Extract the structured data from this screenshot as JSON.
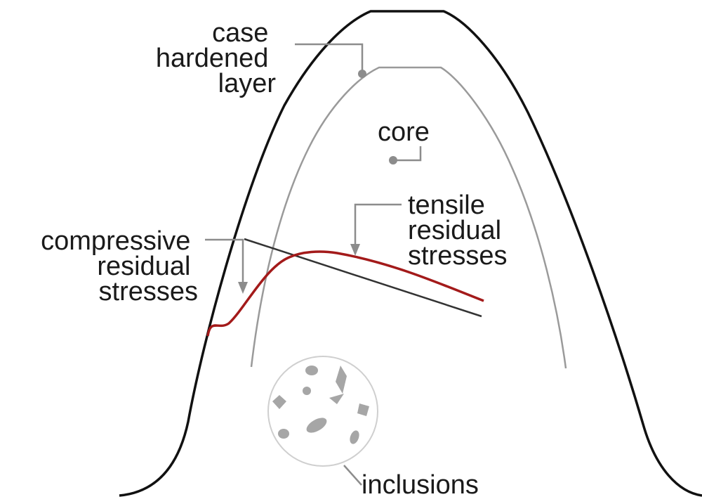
{
  "labels": {
    "case_hardened_layer": [
      "case",
      "hardened",
      "layer"
    ],
    "core": "core",
    "tensile_residual_stresses": [
      "tensile",
      "residual",
      "stresses"
    ],
    "compressive_residual_stresses": [
      "compressive",
      "residual",
      "stresses"
    ],
    "inclusions": "inclusions"
  },
  "colors": {
    "tooth_outline": "#111111",
    "case_core_boundary": "#9a9a9a",
    "residual_stress_curve": "#a31a1a",
    "reference_line": "#333333",
    "leader_lines": "#8c8c8c",
    "inclusions": "#a6a6a6"
  }
}
